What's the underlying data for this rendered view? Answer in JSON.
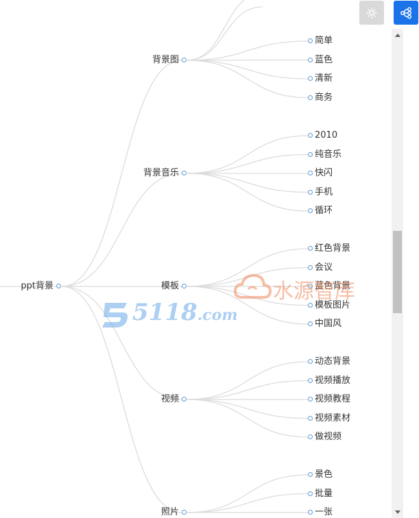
{
  "root": {
    "label": "ppt背景"
  },
  "branches": [
    {
      "label": "背景图",
      "children": [
        "简单",
        "蓝色",
        "清新",
        "商务"
      ]
    },
    {
      "label": "背景音乐",
      "children": [
        "2010",
        "纯音乐",
        "快闪",
        "手机",
        "循环"
      ]
    },
    {
      "label": "模板",
      "children": [
        "红色背景",
        "会议",
        "蓝色背景",
        "模板图片",
        "中国风"
      ]
    },
    {
      "label": "视频",
      "children": [
        "动态背景",
        "视频播放",
        "视频教程",
        "视频素材",
        "做视频"
      ]
    },
    {
      "label": "照片",
      "children": [
        "景色",
        "批量",
        "一张"
      ]
    }
  ],
  "colors": {
    "link": "#dcdcdc",
    "node_dot": "#5b9bd5",
    "accent": "#1a73e8"
  },
  "toolbar": {
    "theme_icon": "sun-icon",
    "mindmap_icon": "share-icon"
  },
  "watermarks": {
    "first": "5118",
    "first_suffix": ".com",
    "second": "水源智库"
  }
}
